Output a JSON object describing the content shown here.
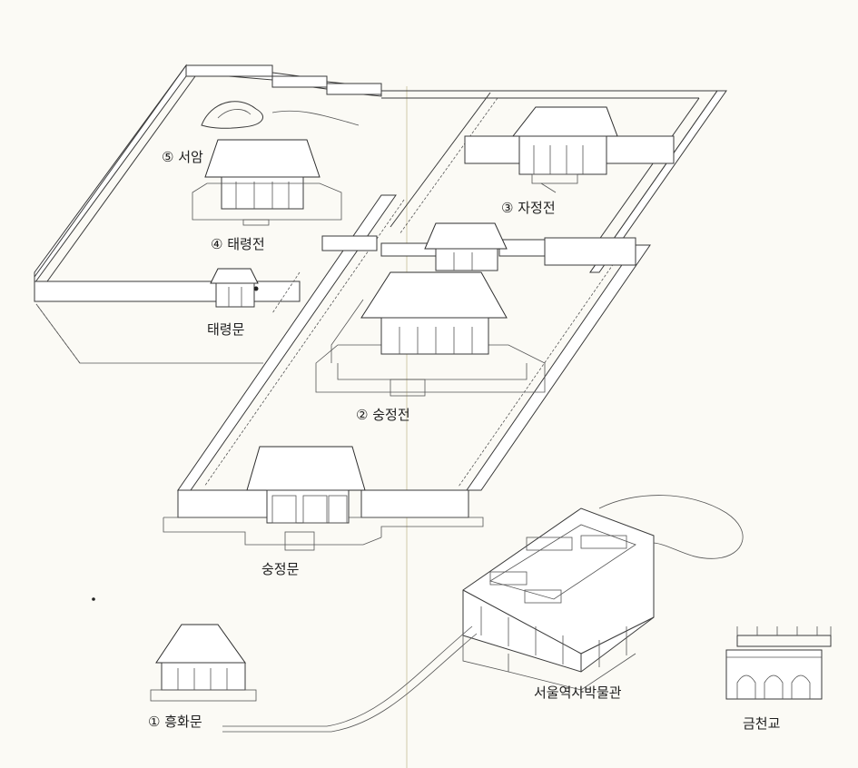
{
  "labels": {
    "heunghwamun": "① 흥화문",
    "sungjeongjeon": "② 숭정전",
    "jajeongjeon": "③ 자정전",
    "taeryeongjeon": "④ 태령전",
    "seoam": "⑤ 서암",
    "taeryeongmun": "태령문",
    "sungjeongmun": "숭정문",
    "museum": "서울역사박물관",
    "geumcheongyo": "금천교"
  }
}
